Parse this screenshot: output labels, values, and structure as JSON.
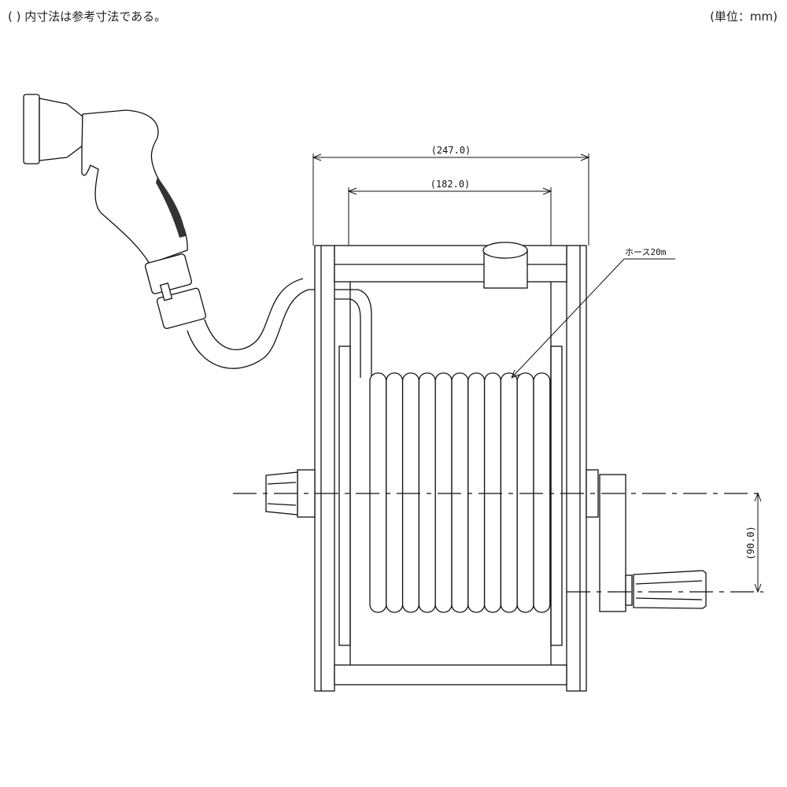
{
  "header": {
    "note": "( ) 内寸法は参考寸法である。",
    "unit": "(単位：mm)"
  },
  "dimensions": {
    "outer_width": "(247.0)",
    "inner_width": "(182.0)",
    "handle_offset": "(90.0)"
  },
  "callouts": {
    "hose": "ホース20m"
  }
}
